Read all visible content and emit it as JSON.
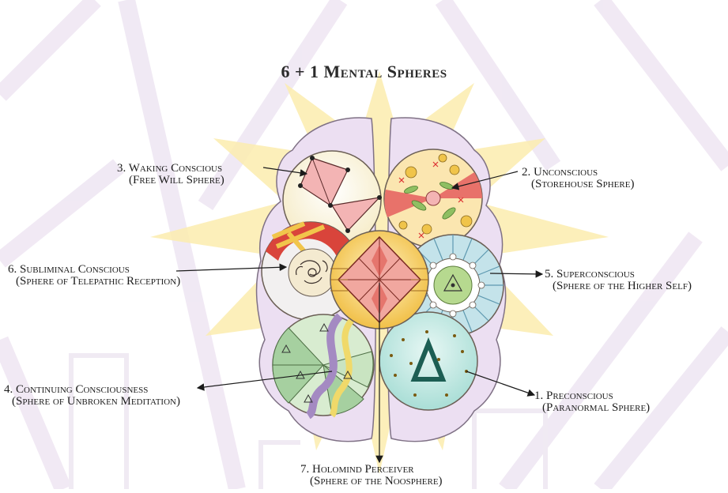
{
  "title": "6 + 1 Mental Spheres",
  "labels": {
    "s3": {
      "name": "3. Waking Conscious",
      "sub": "(Free Will Sphere)"
    },
    "s2": {
      "name": "2. Unconscious",
      "sub": "(Storehouse Sphere)"
    },
    "s6": {
      "name": "6. Subliminal Conscious",
      "sub": "(Sphere of Telepathic Reception)"
    },
    "s5": {
      "name": "5. Superconscious",
      "sub": "(Sphere of the Higher Self)"
    },
    "s4": {
      "name": "4. Continuing Consciousness",
      "sub": "(Sphere of Unbroken Meditation)"
    },
    "s1": {
      "name": "1. Preconscious",
      "sub": "(Paranormal Sphere)"
    },
    "s7": {
      "name": "7. Holomind Perceiver",
      "sub": "(Sphere of the Noosphere)"
    }
  },
  "colors": {
    "background_lines": "#ece4f1",
    "star": "#fbe9a8",
    "brain": "#eadcf0",
    "brain_outline": "#8a7a8e",
    "red": "#d9443b",
    "green": "#7ab587",
    "yellow": "#f1c54b",
    "cyan": "#bfe9e4",
    "blue": "#8fc5d8"
  }
}
